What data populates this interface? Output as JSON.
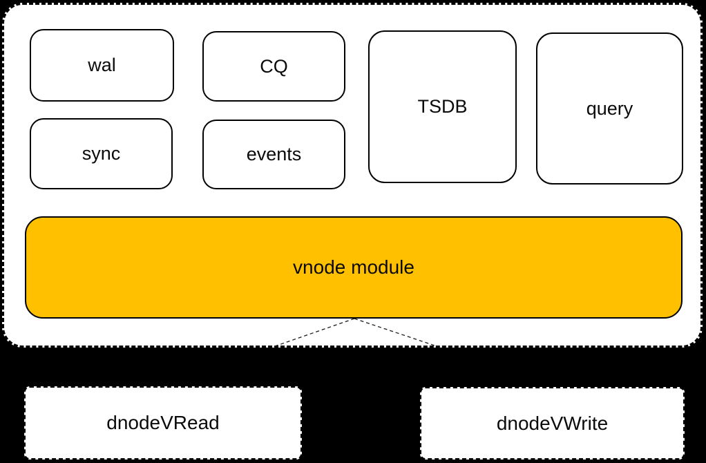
{
  "diagram": {
    "background_color": "#000000",
    "container_fill": "#ffffff",
    "border_color": "#000000",
    "accent_color": "#FFC000",
    "modules": [
      {
        "id": "wal",
        "label": "wal"
      },
      {
        "id": "cq",
        "label": "CQ"
      },
      {
        "id": "sync",
        "label": "sync"
      },
      {
        "id": "events",
        "label": "events"
      },
      {
        "id": "tsdb",
        "label": "TSDB"
      },
      {
        "id": "query",
        "label": "query"
      }
    ],
    "vnode": {
      "label": "vnode module",
      "fill": "#FFC000"
    },
    "dnodes": [
      {
        "id": "dnode-vread",
        "label": "dnodeVRead"
      },
      {
        "id": "dnode-vwrite",
        "label": "dnodeVWrite"
      }
    ]
  }
}
